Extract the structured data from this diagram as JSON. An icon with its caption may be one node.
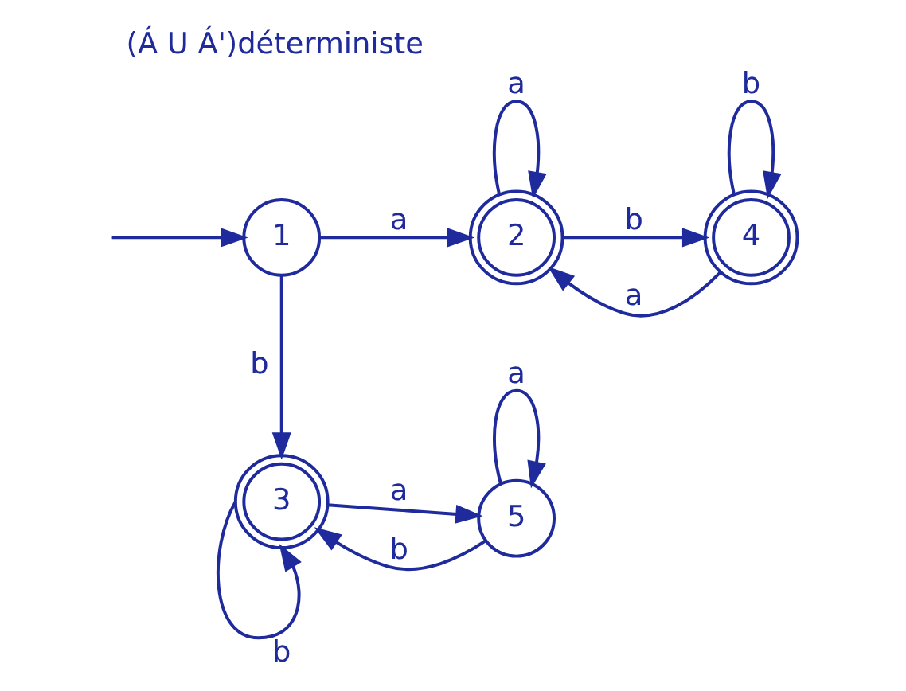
{
  "diagram": {
    "title": "(Á U Á')déterministe",
    "nodes": [
      {
        "text": [
          "1"
        ]
      },
      {
        "text": [
          "2"
        ]
      },
      {
        "text": [
          "4"
        ]
      },
      {
        "text": [
          "3"
        ]
      },
      {
        "text": [
          "5"
        ]
      }
    ],
    "edges": [
      {
        "from": null,
        "to": 0,
        "arrow": "to"
      },
      {
        "from": 0,
        "to": 1,
        "arrow": "to",
        "label": "a"
      },
      {
        "from": 1,
        "to": 1,
        "arrow": "to",
        "label": "a"
      },
      {
        "from": 2,
        "to": 1,
        "arrow": "to",
        "label": "a"
      },
      {
        "from": 1,
        "to": 2,
        "arrow": "to",
        "label": "b"
      },
      {
        "from": 2,
        "to": 2,
        "arrow": "to",
        "label": "b"
      },
      {
        "from": 0,
        "to": 3,
        "arrow": "to",
        "label": "b"
      },
      {
        "from": 4,
        "to": 3,
        "arrow": "to",
        "label": "b"
      },
      {
        "from": 3,
        "to": 3,
        "arrow": "to",
        "label": "b"
      },
      {
        "from": 3,
        "to": 4,
        "arrow": "to",
        "label": "a"
      },
      {
        "from": 4,
        "to": 4,
        "arrow": "to",
        "label": "a"
      }
    ]
  }
}
